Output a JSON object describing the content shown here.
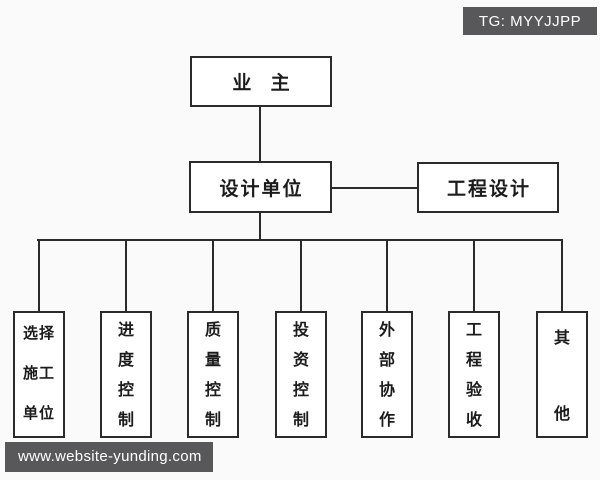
{
  "watermarks": {
    "tg_badge": "TG: MYYJJPP",
    "website": "www.website-yunding.com"
  },
  "colors": {
    "canvas_bg": "#fafafa",
    "node_bg": "#ffffff",
    "line_and_border": "#2b2b2b",
    "watermark_bg": "#58585a",
    "watermark_text": "#ffffff"
  },
  "diagram": {
    "type": "org-flowchart",
    "owner": {
      "label": "业 主"
    },
    "design_unit": {
      "label": "设计单位"
    },
    "engineering_design": {
      "label": "工程设计"
    },
    "children": [
      {
        "label": "选择\n施工\n单位"
      },
      {
        "label": "进\n度\n控\n制"
      },
      {
        "label": "质\n量\n控\n制"
      },
      {
        "label": "投\n资\n控\n制"
      },
      {
        "label": "外\n部\n协\n作"
      },
      {
        "label": "工\n程\n验\n收"
      },
      {
        "label": "其\n\n他"
      }
    ]
  }
}
